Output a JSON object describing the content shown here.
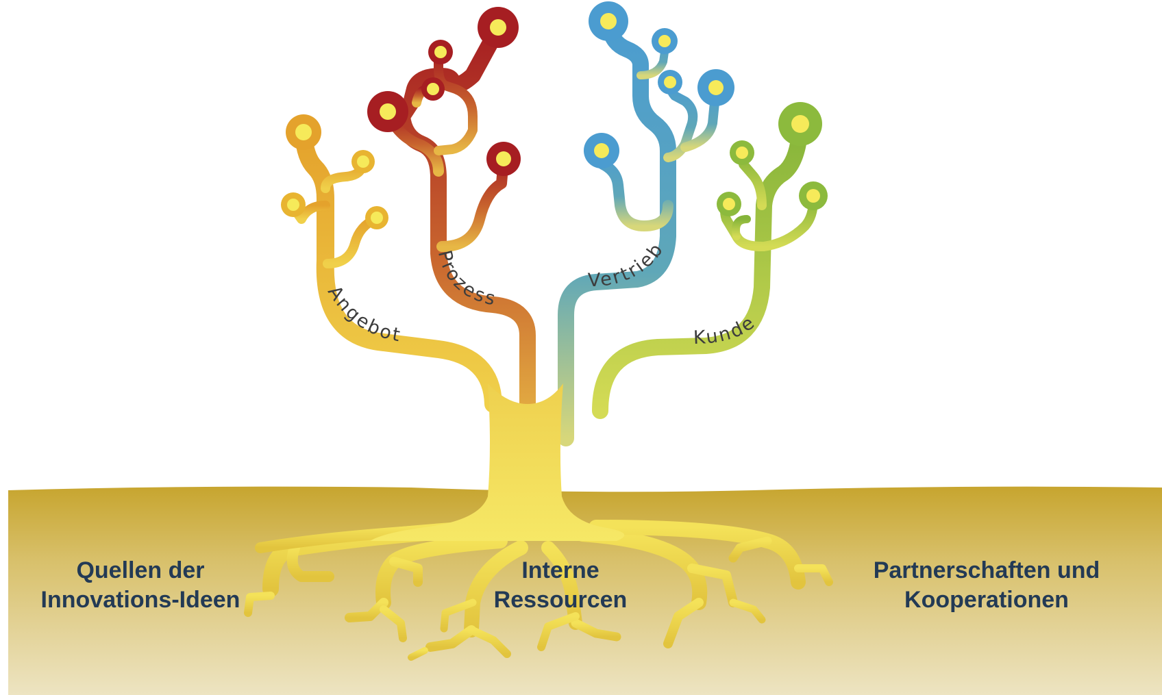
{
  "colors": {
    "angebot": "#e8b431",
    "prozess": "#a61e22",
    "vertrieb": "#4b9cd0",
    "kunde": "#8cba3d",
    "trunk": "#f1df55",
    "node_center": "#f6ea5a",
    "ground_top": "#c7a52f",
    "ground_bottom": "#ece2bd",
    "label_text": "#233a55"
  },
  "branches": {
    "angebot": "Angebot",
    "prozess": "Prozess",
    "vertrieb": "Vertrieb",
    "kunde": "Kunde"
  },
  "ground": {
    "left_line1": "Quellen der",
    "left_line2": "Innovations-Ideen",
    "center_line1": "Interne",
    "center_line2": "Ressourcen",
    "right_line1": "Partnerschaften und",
    "right_line2": "Kooperationen"
  }
}
